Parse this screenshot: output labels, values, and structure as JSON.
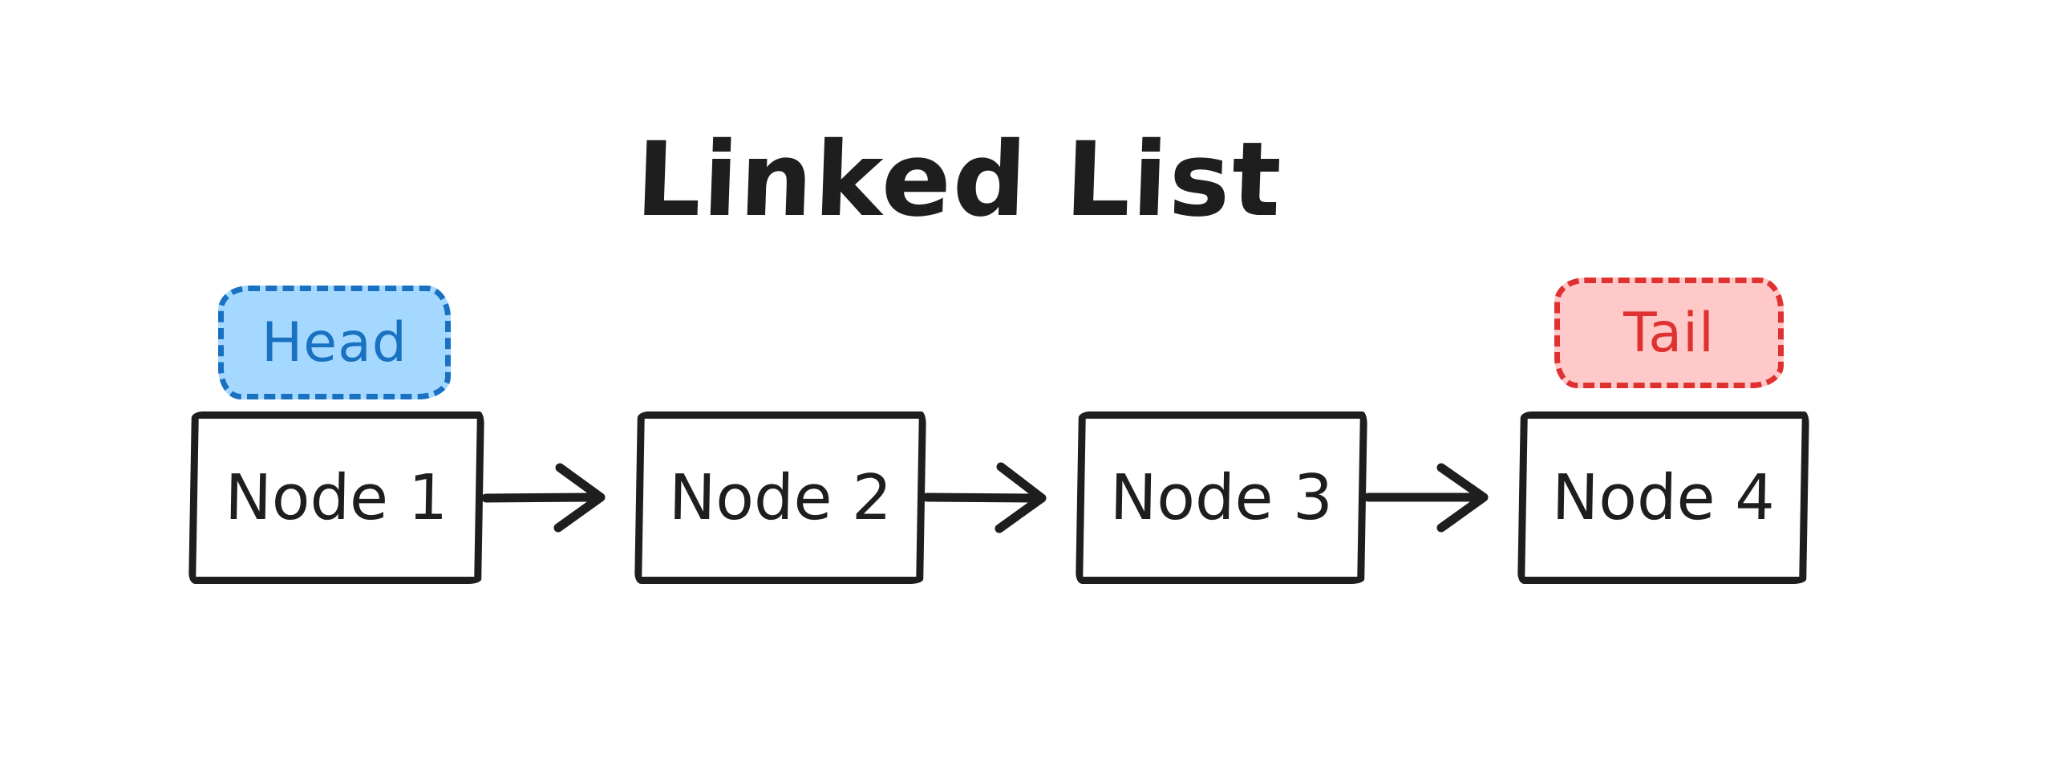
{
  "diagram": {
    "title": "Linked List",
    "type": "linked-list"
  },
  "badges": {
    "head": {
      "label": "Head",
      "stroke": "#1971c2",
      "fill": "#a5d8ff"
    },
    "tail": {
      "label": "Tail",
      "stroke": "#e03131",
      "fill": "#ffc9c9"
    }
  },
  "nodes": [
    {
      "label": "Node 1"
    },
    {
      "label": "Node 2"
    },
    {
      "label": "Node 3"
    },
    {
      "label": "Node 4"
    }
  ],
  "edges": [
    {
      "from": "Node 1",
      "to": "Node 2"
    },
    {
      "from": "Node 2",
      "to": "Node 3"
    },
    {
      "from": "Node 3",
      "to": "Node 4"
    }
  ],
  "colors": {
    "ink": "#1e1e1e",
    "canvas": "#ffffff"
  }
}
